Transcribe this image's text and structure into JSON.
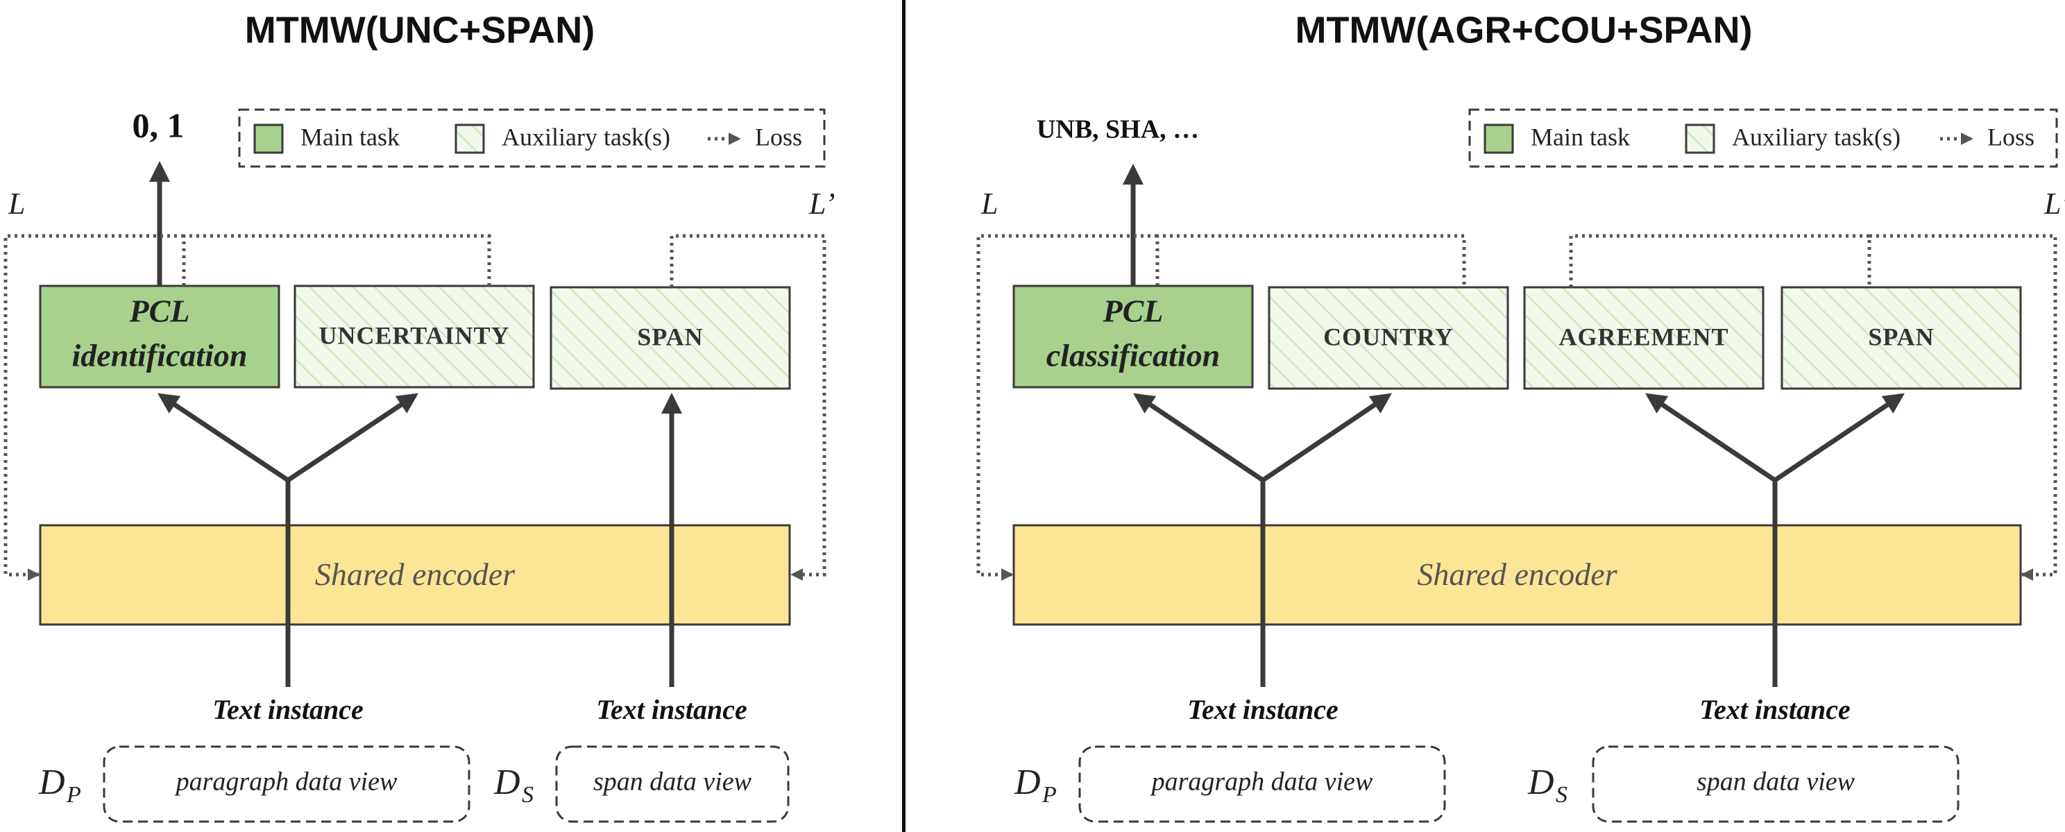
{
  "panels": [
    {
      "title": "MTMW(UNC+SPAN)",
      "output_label": "0, 1",
      "legend": {
        "main": "Main task",
        "aux": "Auxiliary task(s)",
        "loss": "Loss"
      },
      "loss_left": "L",
      "loss_right": "L’",
      "main_task": [
        "PCL",
        "identification"
      ],
      "aux_tasks": [
        "UNCERTAINTY",
        "SPAN"
      ],
      "encoder": "Shared encoder",
      "inputs": [
        {
          "text_instance": "Text instance",
          "data_view": "paragraph data view",
          "ds": "D",
          "ds_sub": "P"
        },
        {
          "text_instance": "Text instance",
          "data_view": "span data view",
          "ds": "D",
          "ds_sub": "S"
        }
      ]
    },
    {
      "title": "MTMW(AGR+COU+SPAN)",
      "output_label": "UNB, SHA, …",
      "legend": {
        "main": "Main task",
        "aux": "Auxiliary task(s)",
        "loss": "Loss"
      },
      "loss_left": "L",
      "loss_right": "L’",
      "main_task": [
        "PCL",
        "classification"
      ],
      "aux_tasks": [
        "COUNTRY",
        "AGREEMENT",
        "SPAN"
      ],
      "encoder": "Shared encoder",
      "inputs": [
        {
          "text_instance": "Text instance",
          "data_view": "paragraph data view",
          "ds": "D",
          "ds_sub": "P"
        },
        {
          "text_instance": "Text instance",
          "data_view": "span data view",
          "ds": "D",
          "ds_sub": "S"
        }
      ]
    }
  ],
  "colors": {
    "main_fill": "#a9d18e",
    "aux_fill": "#f2f8ec",
    "aux_hatch": "#cfe6bd",
    "encoder_fill": "#fde596",
    "line": "#3a3a3a",
    "loss_line": "#555555"
  },
  "icons": {
    "arrow": "solid-arrow-icon",
    "loss": "dotted-arrow-icon"
  }
}
